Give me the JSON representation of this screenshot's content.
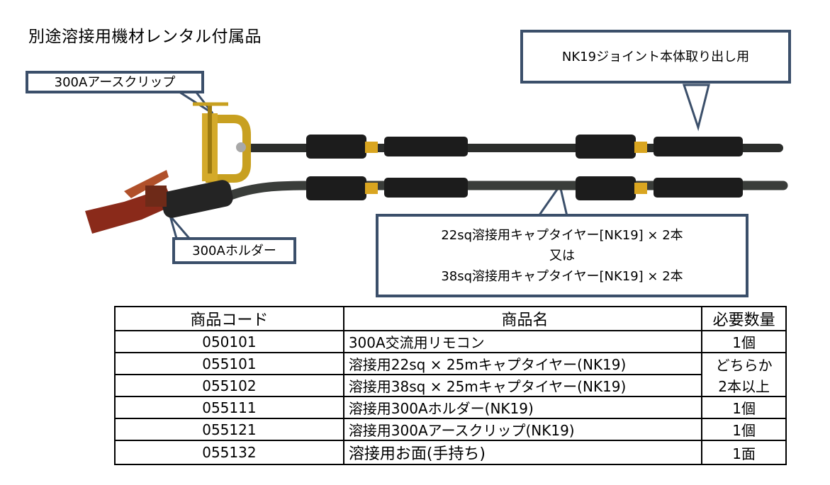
{
  "title": "別途溶接用機材レンタル付属品",
  "callouts": {
    "joint": "NK19ジョイント本体取り出し用",
    "earth_clip": "300Aアースクリップ",
    "holder": "300Aホルダー",
    "cable_line1": "22sq溶接用キャプタイヤー[NK19] × 2本",
    "cable_line2": "又は",
    "cable_line3": "38sq溶接用キャプタイヤー[NK19] × 2本"
  },
  "table": {
    "headers": [
      "商品コード",
      "商品名",
      "必要数量"
    ],
    "rows": [
      {
        "code": "050101",
        "name": "300A交流用リモコン",
        "qty": "1個"
      },
      {
        "code": "055101",
        "name": "溶接用22sq × 25mキャプタイヤー(NK19)",
        "qty": "どちらか"
      },
      {
        "code": "055102",
        "name": "溶接用38sq × 25mキャプタイヤー(NK19)",
        "qty": "2本以上"
      },
      {
        "code": "055111",
        "name": "溶接用300Aホルダー(NK19)",
        "qty": "1個"
      },
      {
        "code": "055121",
        "name": "溶接用300Aアースクリップ(NK19)",
        "qty": "1個"
      },
      {
        "code": "055132",
        "name": "溶接用お面(手持ち)",
        "qty": "1面"
      }
    ]
  },
  "colors": {
    "callout_border": "#3b4f6a",
    "cable": "#2b2d2b",
    "brass": "#c8a020",
    "holder": "#8a2a1a"
  }
}
